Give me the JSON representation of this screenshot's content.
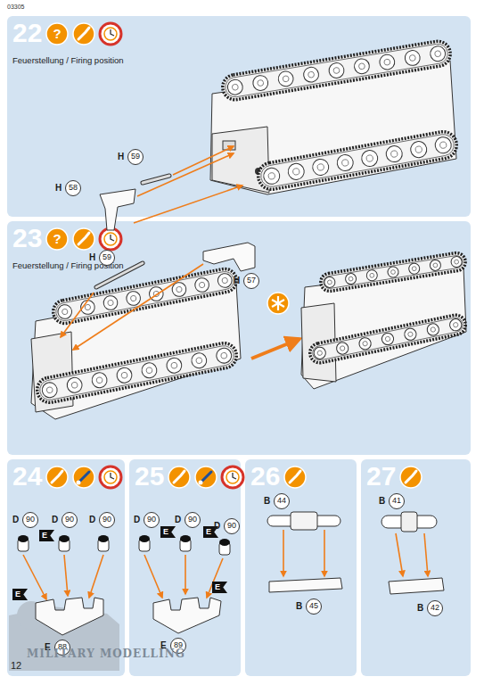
{
  "diagram": {
    "nodes": [
      {
        "text": [
          "22",
          "Feuerstellung / Firing position"
        ]
      },
      {
        "text": [
          "23",
          "Feuerstellung / Firing position"
        ]
      },
      {
        "text": [
          "24"
        ]
      },
      {
        "text": [
          "25"
        ]
      },
      {
        "text": [
          "26"
        ]
      },
      {
        "text": [
          "27"
        ]
      }
    ],
    "labels": [
      "03305",
      "?",
      "H",
      "58",
      "H",
      "59",
      "?",
      "H",
      "59",
      "H",
      "57",
      "D",
      "90",
      "E",
      "D",
      "90",
      "D",
      "90",
      "E",
      "E",
      "88",
      "D",
      "90",
      "E",
      "D",
      "90",
      "E",
      "D",
      "90",
      "E",
      "E",
      "89",
      "B",
      "44",
      "B",
      "45",
      "B",
      "41",
      "B",
      "42",
      "MILITARY MODELLING",
      "12"
    ]
  }
}
